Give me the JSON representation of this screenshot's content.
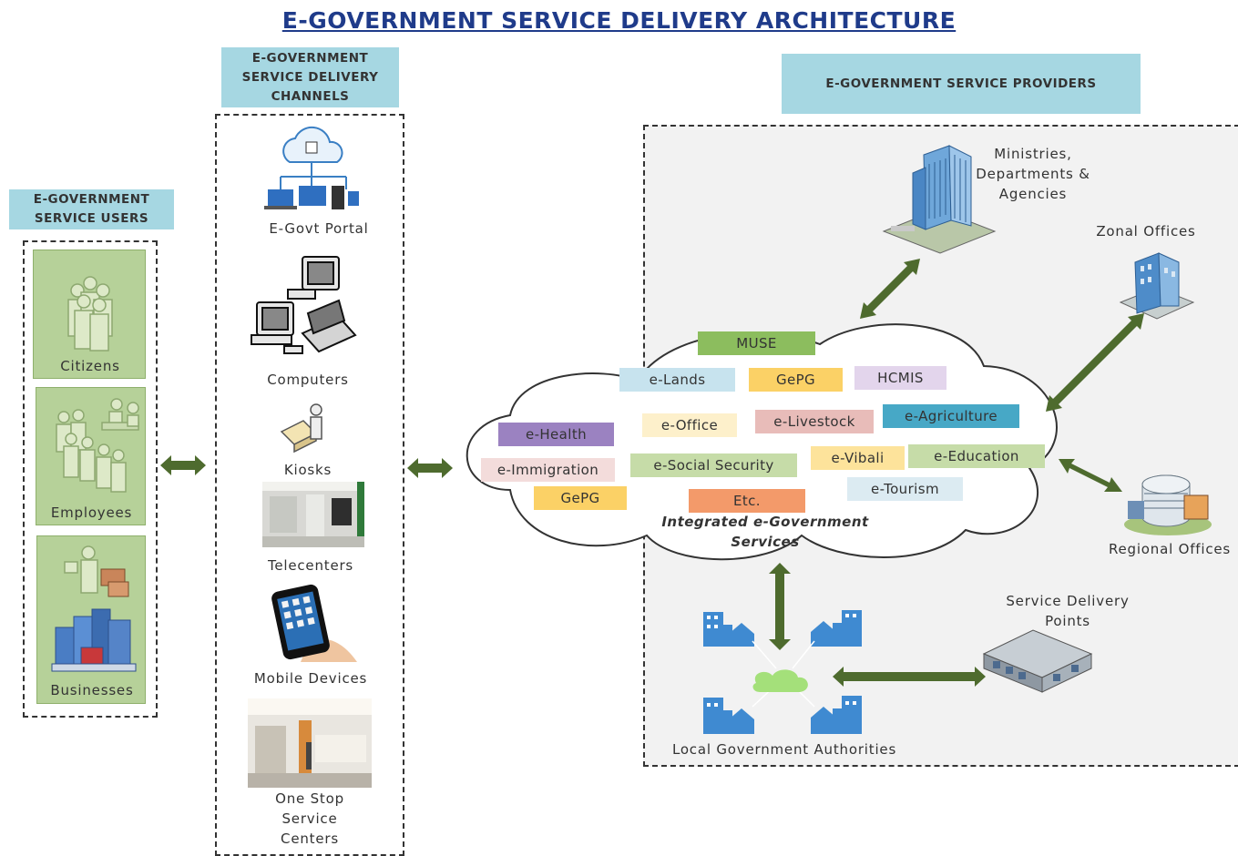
{
  "title": "E-GOVERNMENT SERVICE DELIVERY ARCHITECTURE",
  "users": {
    "header": [
      "E-GOVERNMENT",
      "SERVICE USERS"
    ],
    "items": [
      {
        "label": "Citizens",
        "icon": "citizens-icon"
      },
      {
        "label": "Employees",
        "icon": "employees-icon"
      },
      {
        "label": "Businesses",
        "icon": "businesses-icon"
      }
    ]
  },
  "channels": {
    "header": [
      "E-GOVERNMENT",
      "SERVICE DELIVERY",
      "CHANNELS"
    ],
    "items": [
      {
        "label": "E-Govt Portal",
        "icon": "cloud-portal-icon"
      },
      {
        "label": "Computers",
        "icon": "computers-icon"
      },
      {
        "label": "Kiosks",
        "icon": "kiosk-icon"
      },
      {
        "label": "Telecenters",
        "icon": "telecenter-photo"
      },
      {
        "label": "Mobile Devices",
        "icon": "mobile-phone-icon"
      },
      {
        "label_lines": [
          "One Stop",
          "Service",
          "Centers"
        ],
        "icon": "service-center-photo"
      }
    ]
  },
  "providers": {
    "header": "E-GOVERNMENT SERVICE PROVIDERS",
    "ministries": [
      "Ministries,",
      "Departments &",
      "Agencies"
    ],
    "zonal": "Zonal Offices",
    "regional": "Regional Offices",
    "service_points": [
      "Service Delivery",
      "Points"
    ],
    "lga": "Local Government Authorities"
  },
  "cloud": {
    "caption": [
      "Integrated e-Government",
      "Services"
    ],
    "services": [
      {
        "label": "MUSE",
        "color": "#8cbd5e"
      },
      {
        "label": "e-Lands",
        "color": "#c7e3ee"
      },
      {
        "label": "GePG",
        "color": "#fbd166"
      },
      {
        "label": "HCMIS",
        "color": "#e3d5ec"
      },
      {
        "label": "e-Health",
        "color": "#9b82c1"
      },
      {
        "label": "e-Office",
        "color": "#fdf0cb"
      },
      {
        "label": "e-Livestock",
        "color": "#e8bcb9"
      },
      {
        "label": "e-Agriculture",
        "color": "#47a8c6"
      },
      {
        "label": "e-Immigration",
        "color": "#f3dcdb"
      },
      {
        "label": "e-Social Security",
        "color": "#c6dca8"
      },
      {
        "label": "e-Vibali",
        "color": "#fde39b"
      },
      {
        "label": "e-Education",
        "color": "#c6dca8"
      },
      {
        "label": "GePG",
        "color": "#fbd166"
      },
      {
        "label": "Etc.",
        "color": "#f39a6a"
      },
      {
        "label": "e-Tourism",
        "color": "#dcebf2"
      }
    ]
  },
  "colors": {
    "arrow": "#4e6b2e",
    "header_bg": "#a6d7e2",
    "title": "#1f3b8a"
  }
}
